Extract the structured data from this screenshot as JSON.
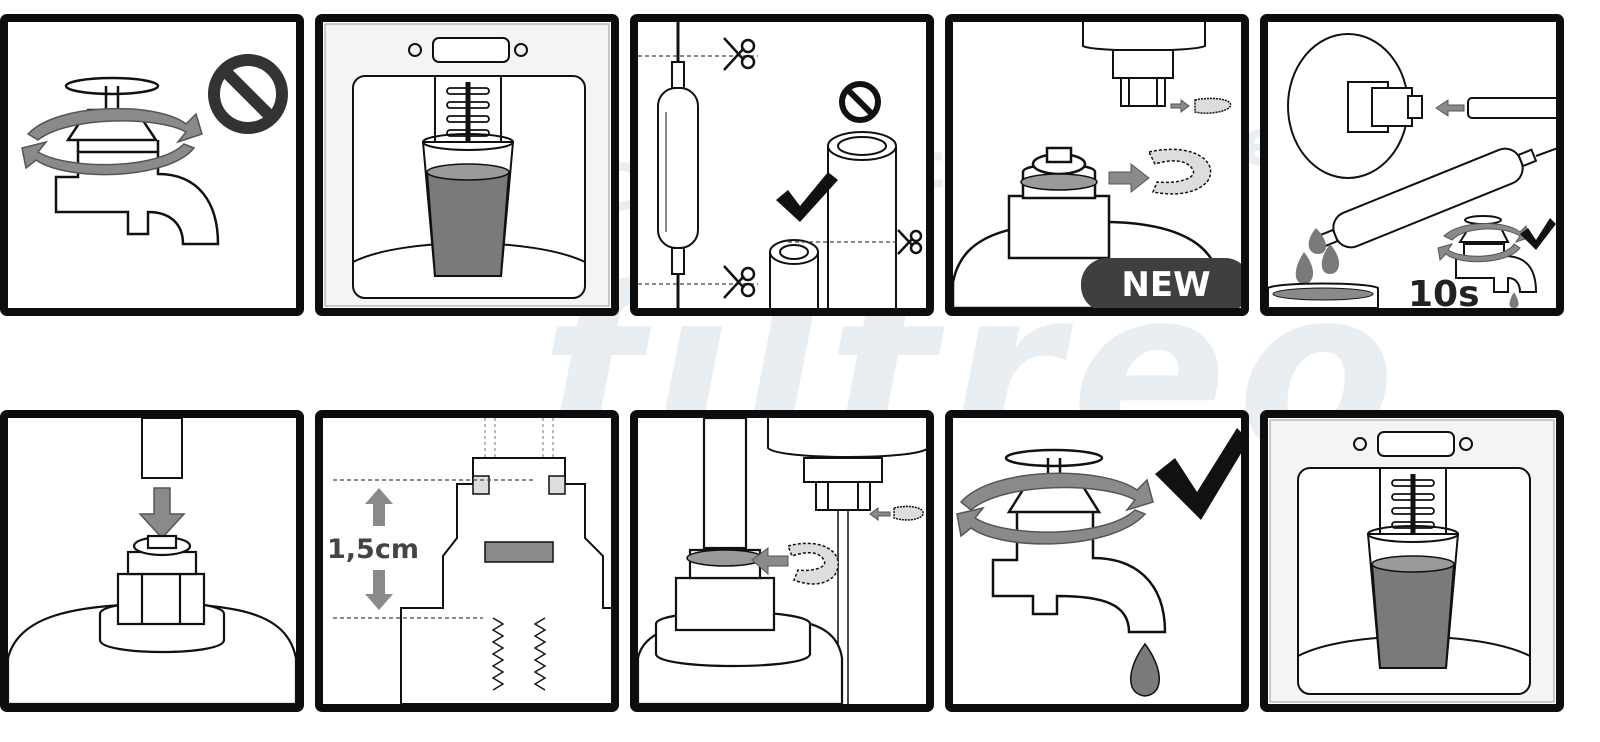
{
  "watermark": {
    "line": "Copyrights © Filtreo",
    "brand": "filtreo"
  },
  "labels": {
    "new_badge": "NEW",
    "flush_time": "10s",
    "insert_depth": "1,5cm"
  },
  "colors": {
    "frame": "#0d0d0d",
    "arrow": "#8a8a8a",
    "water": "#7a7a7a",
    "badge": "#3f3f3f",
    "line": "#111111"
  },
  "icons": [
    "prohibited-icon",
    "checkmark-icon",
    "scissors-icon",
    "water-drop-icon",
    "arrow-icon"
  ]
}
